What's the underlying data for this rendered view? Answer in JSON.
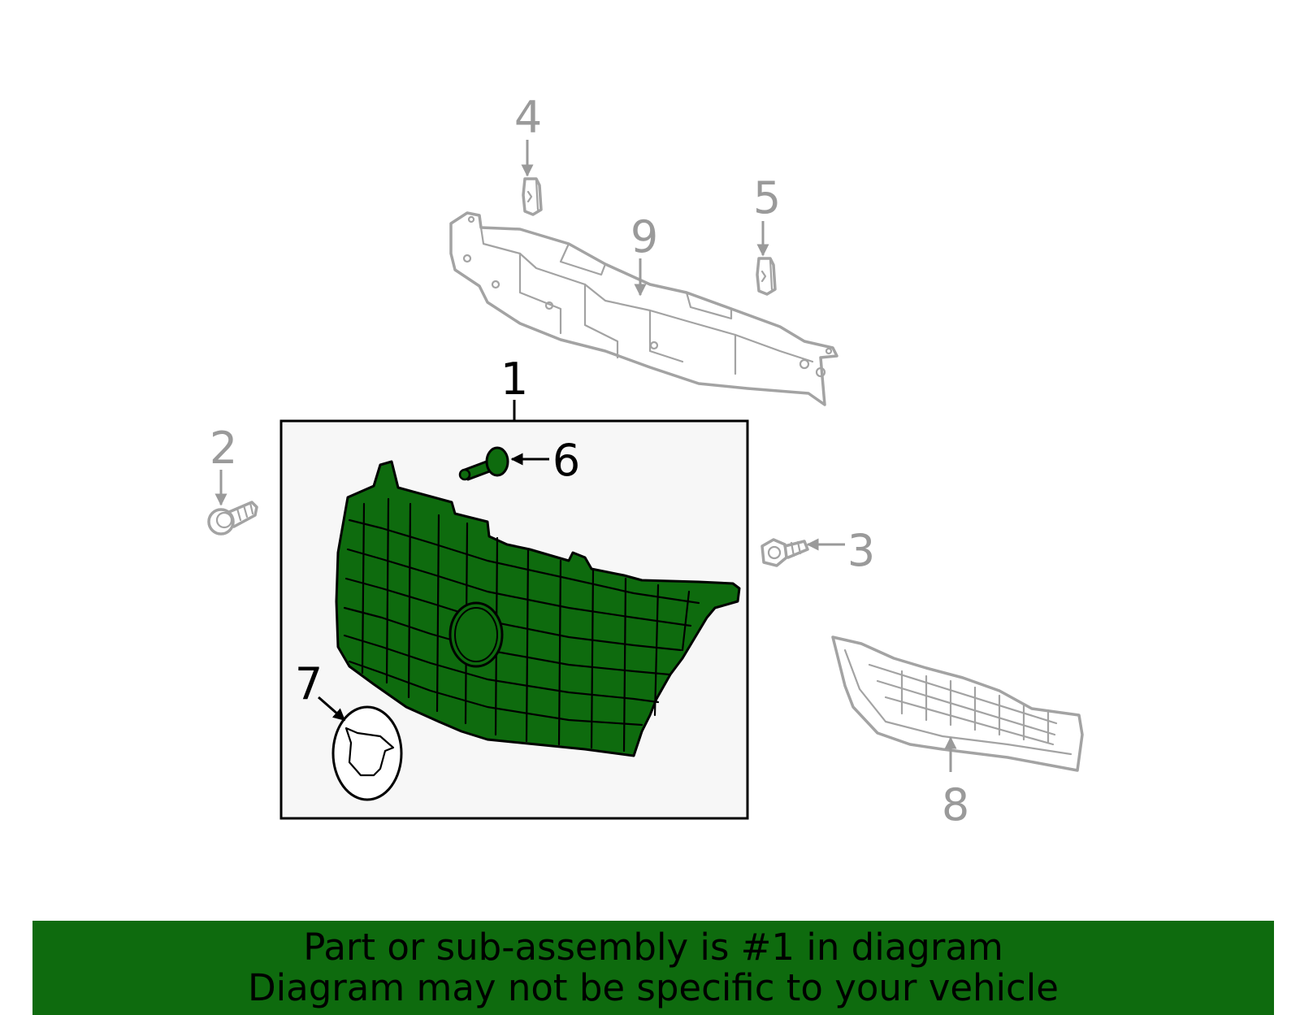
{
  "callouts": {
    "c1": "1",
    "c2": "2",
    "c3": "3",
    "c4": "4",
    "c5": "5",
    "c6": "6",
    "c7": "7",
    "c8": "8",
    "c9": "9"
  },
  "banner": {
    "line1": "Part or sub-assembly is #1 in diagram",
    "line2": "Diagram may not be specific to your vehicle"
  },
  "colors": {
    "highlight_fill": "#0e6b0e",
    "banner_bg": "#0e6b0e",
    "ghost_stroke": "#a3a3a3",
    "callout_grey": "#9a9a9a",
    "box_bg": "#f7f7f7"
  }
}
